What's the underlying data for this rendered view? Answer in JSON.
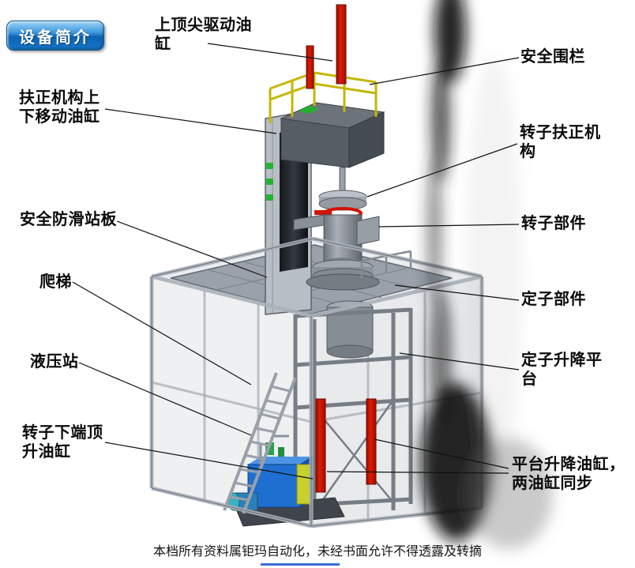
{
  "slide": {
    "title_badge": "设备简介",
    "footer": "本档所有资料属钜玛自动化，未经书面允许不得透露及转摘"
  },
  "labels": {
    "top_center_cylinder": "上顶尖驱动油缸",
    "safety_fence": "安全围栏",
    "centering_lift_cylinder": "扶正机构上下移动油缸",
    "rotor_centering_mech": "转子扶正机构",
    "anti_slip_platform": "安全防滑站板",
    "rotor_part": "转子部件",
    "ladder": "爬梯",
    "stator_part": "定子部件",
    "hydraulic_station": "液压站",
    "stator_lift_platform": "定子升降平台",
    "rotor_bottom_jack_cylinder": "转子下端顶升油缸",
    "platform_lift_cylinders": "平台升降油缸，两油缸同步"
  },
  "diagram": {
    "description": "3D CAD isometric view of a rotor/stator assembly press inside a steel frame enclosure with hydraulic cylinders, safety fence, ladder and hydraulic power station",
    "colors": {
      "cylinder_red": "#d21505",
      "fence_yellow": "#c4b600",
      "hydraulic_blue": "#1f6fd0",
      "frame_gray": "#aab0b8",
      "platform_gray": "#9aa1ab",
      "badge_blue": "#1d7fd0",
      "marker_green": "#23b531"
    }
  }
}
